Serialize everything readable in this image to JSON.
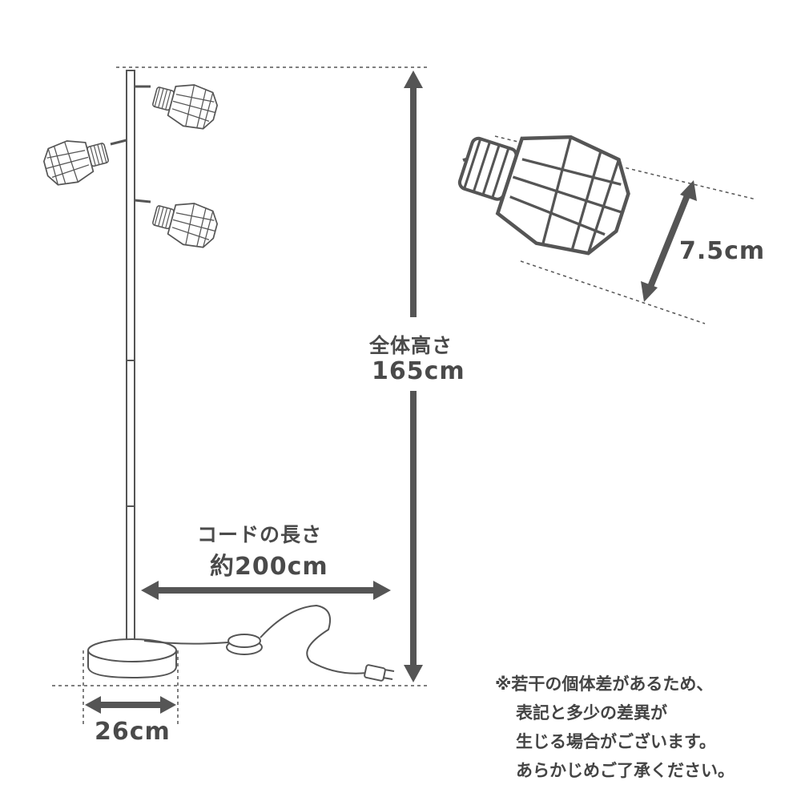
{
  "dimensions": {
    "total_height": {
      "label": "全体高さ",
      "value": "165cm"
    },
    "cord_length": {
      "label": "コードの長さ",
      "value": "約200cm"
    },
    "base_width": {
      "value": "26cm"
    },
    "shade_size": {
      "value": "7.5cm"
    }
  },
  "note": [
    "※若干の個体差があるため、",
    "表記と多少の差異が",
    "生じる場合がございます。",
    "あらかじめご了承ください。"
  ],
  "colors": {
    "line": "#555555",
    "arrow": "#555555",
    "text": "#4a4a4a"
  }
}
